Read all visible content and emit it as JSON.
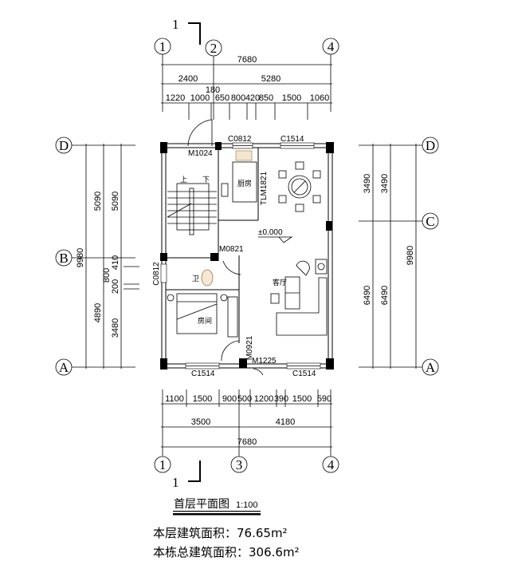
{
  "section_mark": "1",
  "axes": {
    "top": [
      "1",
      "2",
      "4"
    ],
    "bottom": [
      "1",
      "3",
      "4"
    ],
    "left": [
      "D",
      "B",
      "A"
    ],
    "right": [
      "D",
      "C",
      "A"
    ]
  },
  "top_dims": {
    "total": "7680",
    "row2": [
      "2400",
      "5280"
    ],
    "extra": "180",
    "row3": [
      "1220",
      "1000",
      "650",
      "800",
      "420",
      "850",
      "1500",
      "1060"
    ]
  },
  "bottom_dims": {
    "row1": [
      "1100",
      "1500",
      "900",
      "500",
      "1200",
      "390",
      "1500",
      "590"
    ],
    "row2": [
      "3500",
      "4180"
    ],
    "total": "7680"
  },
  "left_dims": {
    "total": "9980",
    "col2": [
      "5090",
      "4890"
    ],
    "col3": [
      "5090",
      "410",
      "800",
      "200",
      "3480"
    ]
  },
  "right_dims": {
    "col1": [
      "3490",
      "6490"
    ],
    "col2": [
      "3490",
      "6490"
    ],
    "total": "9980"
  },
  "openings": {
    "m1024": "M1024",
    "c0812_top": "C0812",
    "c1514_top": "C1514",
    "tlm1821": "TLM1821",
    "m0821": "M0821",
    "c0812_left": "C0812",
    "m0921": "M0921",
    "m1225": "M1225",
    "c1514_bl": "C1514",
    "c1514_br": "C1514"
  },
  "rooms": {
    "kitchen": "厨房",
    "living": "客厅",
    "bedroom": "房间",
    "bath": "卫",
    "up": "上",
    "down": "下"
  },
  "elevation": "±0.000",
  "title": {
    "name": "首层平面图",
    "scale": "1:100"
  },
  "areas": {
    "floor": "本层建筑面积：76.65m²",
    "total": "本栋总建筑面积：306.6m²"
  }
}
